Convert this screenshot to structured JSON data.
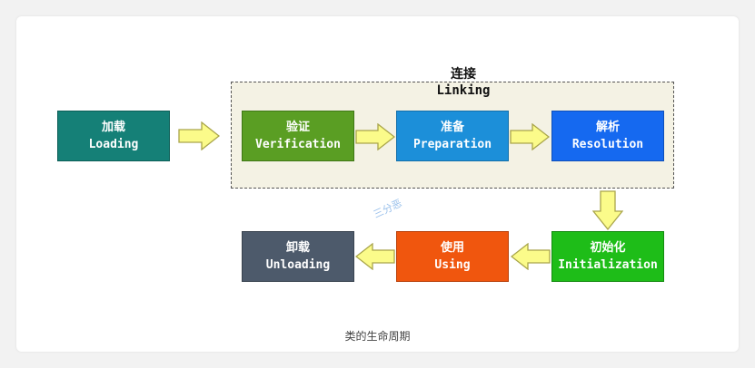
{
  "linking": {
    "title_zh": "连接",
    "title_en": "Linking"
  },
  "stages": {
    "loading": {
      "zh": "加载",
      "en": "Loading",
      "color": "#158077"
    },
    "verification": {
      "zh": "验证",
      "en": "Verification",
      "color": "#5a9e23"
    },
    "preparation": {
      "zh": "准备",
      "en": "Preparation",
      "color": "#1c8fd9"
    },
    "resolution": {
      "zh": "解析",
      "en": "Resolution",
      "color": "#1569f0"
    },
    "initialization": {
      "zh": "初始化",
      "en": "Initialization",
      "color": "#1ebd18"
    },
    "using": {
      "zh": "使用",
      "en": "Using",
      "color": "#f0560e"
    },
    "unloading": {
      "zh": "卸载",
      "en": "Unloading",
      "color": "#4d5a6b"
    }
  },
  "watermark": "三分恶",
  "caption": "类的生命周期",
  "colors": {
    "arrow_fill": "#fbfb8a",
    "arrow_stroke": "#a9a54a",
    "linking_bg": "#f4f2e4"
  }
}
